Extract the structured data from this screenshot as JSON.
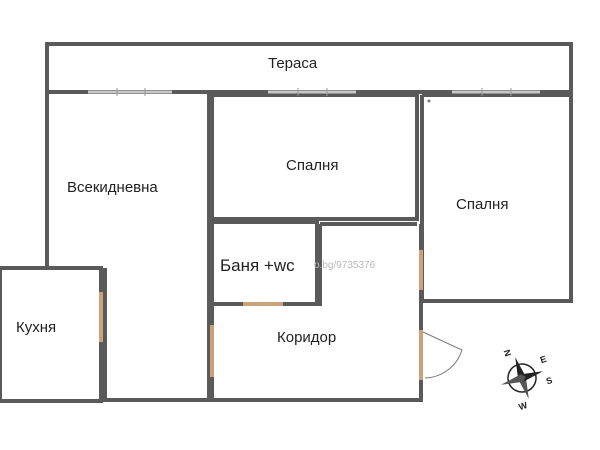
{
  "rooms": {
    "terrace": "Тераса",
    "living": "Всекидневна",
    "bedroom1": "Спалня",
    "bedroom2": "Спалня",
    "bathroom": "Баня +wc",
    "corridor": "Коридор",
    "kitchen": "Кухня"
  },
  "watermark": "o.bg/9735376",
  "compass": {
    "n": "N",
    "e": "E",
    "s": "S",
    "w": "W"
  },
  "colors": {
    "wall": "#5a5a5a",
    "wall_edge": "#9a9a9a",
    "window": "#c8c8c8",
    "door": "#c9a27a",
    "text": "#222222",
    "watermark": "#b9b9b9"
  }
}
